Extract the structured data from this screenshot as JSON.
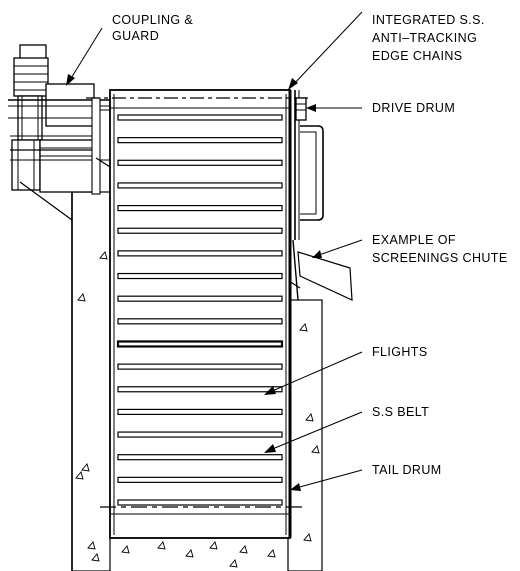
{
  "callouts": {
    "coupling_guard": [
      "COUPLING &",
      "GUARD"
    ],
    "edge_chains": [
      "INTEGRATED S.S.",
      "ANTI–TRACKING",
      "EDGE CHAINS"
    ],
    "drive_drum": "DRIVE DRUM",
    "screenings_chute": [
      "EXAMPLE OF",
      "SCREENINGS CHUTE"
    ],
    "flights": "FLIGHTS",
    "ss_belt": "S.S BELT",
    "tail_drum": "TAIL DRUM"
  },
  "belt": {
    "flight_count": 18
  }
}
